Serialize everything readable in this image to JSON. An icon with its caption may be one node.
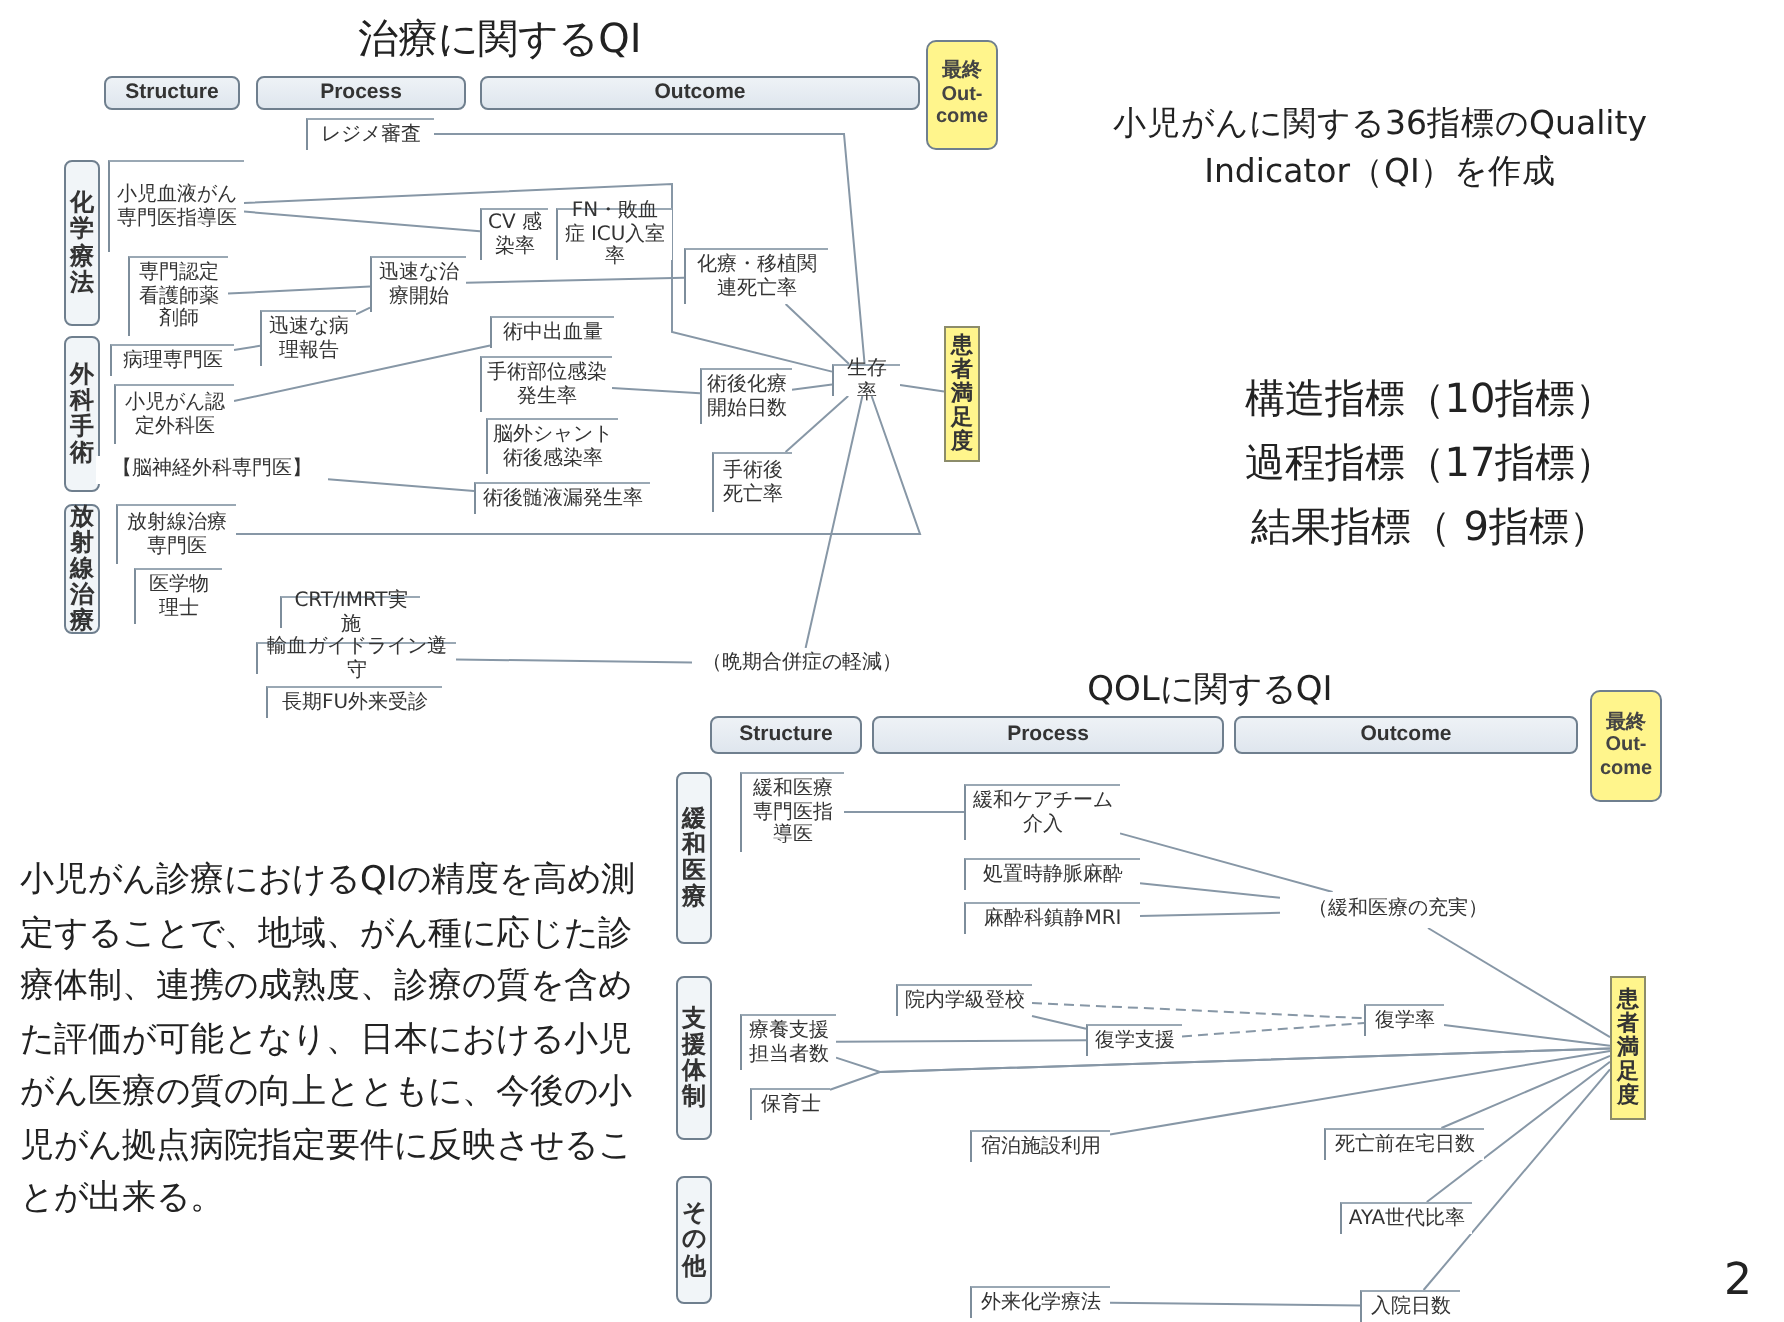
{
  "diagram": {
    "title": "治療に関するQI",
    "nodes": [
      {
        "text": [
          "Structure"
        ]
      },
      {
        "text": [
          "Process"
        ]
      },
      {
        "text": [
          "Outcome"
        ]
      },
      {
        "text": [
          "最終 Out-come"
        ]
      },
      {
        "text": [
          "化学療法"
        ]
      },
      {
        "text": [
          "外科手術"
        ]
      },
      {
        "text": [
          "放射線治療"
        ]
      },
      {
        "text": [
          "レジメ審査"
        ]
      },
      {
        "text": [
          "小児血液がん専門医指導医"
        ]
      },
      {
        "text": [
          "専門認定看護師薬剤師"
        ]
      },
      {
        "text": [
          "CV 感染率"
        ]
      },
      {
        "text": [
          "FN・敗血症 ICU入室率"
        ]
      },
      {
        "text": [
          "迅速な治療開始"
        ]
      },
      {
        "text": [
          "化療・移植関連死亡率"
        ]
      },
      {
        "text": [
          "迅速な病理報告"
        ]
      },
      {
        "text": [
          "病理専門医"
        ]
      },
      {
        "text": [
          "術中出血量"
        ]
      },
      {
        "text": [
          "手術部位感染発生率"
        ]
      },
      {
        "text": [
          "小児がん認定外科医"
        ]
      },
      {
        "text": [
          "脳外シャント術後感染率"
        ]
      },
      {
        "text": [
          "術後化療開始日数"
        ]
      },
      {
        "text": [
          "生存率"
        ]
      },
      {
        "text": [
          "患者満足度"
        ]
      },
      {
        "text": [
          "【脳神経外科専門医】"
        ]
      },
      {
        "text": [
          "術後髄液漏発生率"
        ]
      },
      {
        "text": [
          "手術後死亡率"
        ]
      },
      {
        "text": [
          "放射線治療専門医"
        ]
      },
      {
        "text": [
          "医学物理士"
        ]
      },
      {
        "text": [
          "CRT/IMRT実施"
        ]
      },
      {
        "text": [
          "輸血ガイドライン遵守"
        ]
      },
      {
        "text": [
          "長期FU外来受診"
        ]
      },
      {
        "text": [
          "（晩期合併症の軽減）"
        ]
      },
      {
        "text": [
          "Structure"
        ]
      },
      {
        "text": [
          "Process"
        ]
      },
      {
        "text": [
          "Outcome"
        ]
      },
      {
        "text": [
          "最終 Out-come"
        ]
      },
      {
        "text": [
          "緩和医療"
        ]
      },
      {
        "text": [
          "支援体制"
        ]
      },
      {
        "text": [
          "その他"
        ]
      },
      {
        "text": [
          "緩和医療専門医指導医"
        ]
      },
      {
        "text": [
          "緩和ケアチーム介入"
        ]
      },
      {
        "text": [
          "処置時静脈麻酔"
        ]
      },
      {
        "text": [
          "麻酔科鎮静MRI"
        ]
      },
      {
        "text": [
          "（緩和医療の充実）"
        ]
      },
      {
        "text": [
          "院内学級登校"
        ]
      },
      {
        "text": [
          "療養支援担当者数"
        ]
      },
      {
        "text": [
          "保育士"
        ]
      },
      {
        "text": [
          "復学支援"
        ]
      },
      {
        "text": [
          "復学率"
        ]
      },
      {
        "text": [
          "患者満足度"
        ]
      },
      {
        "text": [
          "宿泊施設利用"
        ]
      },
      {
        "text": [
          "死亡前在宅日数"
        ]
      },
      {
        "text": [
          "AYA世代比率"
        ]
      },
      {
        "text": [
          "外来化学療法"
        ]
      },
      {
        "text": [
          "入院日数"
        ]
      }
    ],
    "edges": [
      {
        "from": 7,
        "to": 21,
        "arrow": "none"
      },
      {
        "from": 8,
        "to": 10,
        "arrow": "none"
      },
      {
        "from": 8,
        "to": 21,
        "arrow": "none"
      },
      {
        "from": 9,
        "to": 12,
        "arrow": "none"
      },
      {
        "from": 14,
        "to": 12,
        "arrow": "none"
      },
      {
        "from": 15,
        "to": 14,
        "arrow": "none"
      },
      {
        "from": 12,
        "to": 13,
        "arrow": "none"
      },
      {
        "from": 13,
        "to": 21,
        "arrow": "none"
      },
      {
        "from": 18,
        "to": 16,
        "arrow": "none"
      },
      {
        "from": 17,
        "to": 20,
        "arrow": "none"
      },
      {
        "from": 20,
        "to": 21,
        "arrow": "none"
      },
      {
        "from": 25,
        "to": 21,
        "arrow": "none"
      },
      {
        "from": 23,
        "to": 24,
        "arrow": "none"
      },
      {
        "from": 26,
        "to": 21,
        "arrow": "none"
      },
      {
        "from": 29,
        "to": 31,
        "arrow": "none"
      },
      {
        "from": 31,
        "to": 21,
        "arrow": "none"
      },
      {
        "from": 21,
        "to": 22,
        "arrow": "none"
      },
      {
        "from": 39,
        "to": 40,
        "arrow": "none"
      },
      {
        "from": 40,
        "to": 43,
        "arrow": "none"
      },
      {
        "from": 41,
        "to": 43,
        "arrow": "none"
      },
      {
        "from": 42,
        "to": 43,
        "arrow": "none"
      },
      {
        "from": 43,
        "to": 49,
        "arrow": "none"
      },
      {
        "from": 44,
        "to": 47,
        "arrow": "none"
      },
      {
        "from": 44,
        "to": 48,
        "arrow": "none",
        "style": "dashed"
      },
      {
        "from": 45,
        "to": 47,
        "arrow": "none"
      },
      {
        "from": 46,
        "to": 49,
        "arrow": "none"
      },
      {
        "from": 47,
        "to": 48,
        "arrow": "none",
        "style": "dashed"
      },
      {
        "from": 48,
        "to": 49,
        "arrow": "none"
      },
      {
        "from": 50,
        "to": 49,
        "arrow": "none"
      },
      {
        "from": 51,
        "to": 49,
        "arrow": "none"
      },
      {
        "from": 52,
        "to": 49,
        "arrow": "none"
      },
      {
        "from": 54,
        "to": 49,
        "arrow": "none"
      },
      {
        "from": 53,
        "to": 54,
        "arrow": "none"
      },
      {
        "from": 45,
        "to": 49,
        "arrow": "none"
      }
    ],
    "labels": [
      "小児がんに関する36指標のQuality Indicator（QI）を作成",
      "構造指標（10指標）",
      "過程指標（17指標）",
      "結果指標（ 9指標）",
      "QOLに関するQI",
      "小児がん診療におけるQIの精度を高め測定することで、地域、がん種に応じた診療体制、連携の成熟度、診療の質を含めた評価が可能となり、日本における小児がん医療の質の向上とともに、今後の小児がん拠点病院指定要件に反映させることが出来る。",
      "2"
    ]
  }
}
